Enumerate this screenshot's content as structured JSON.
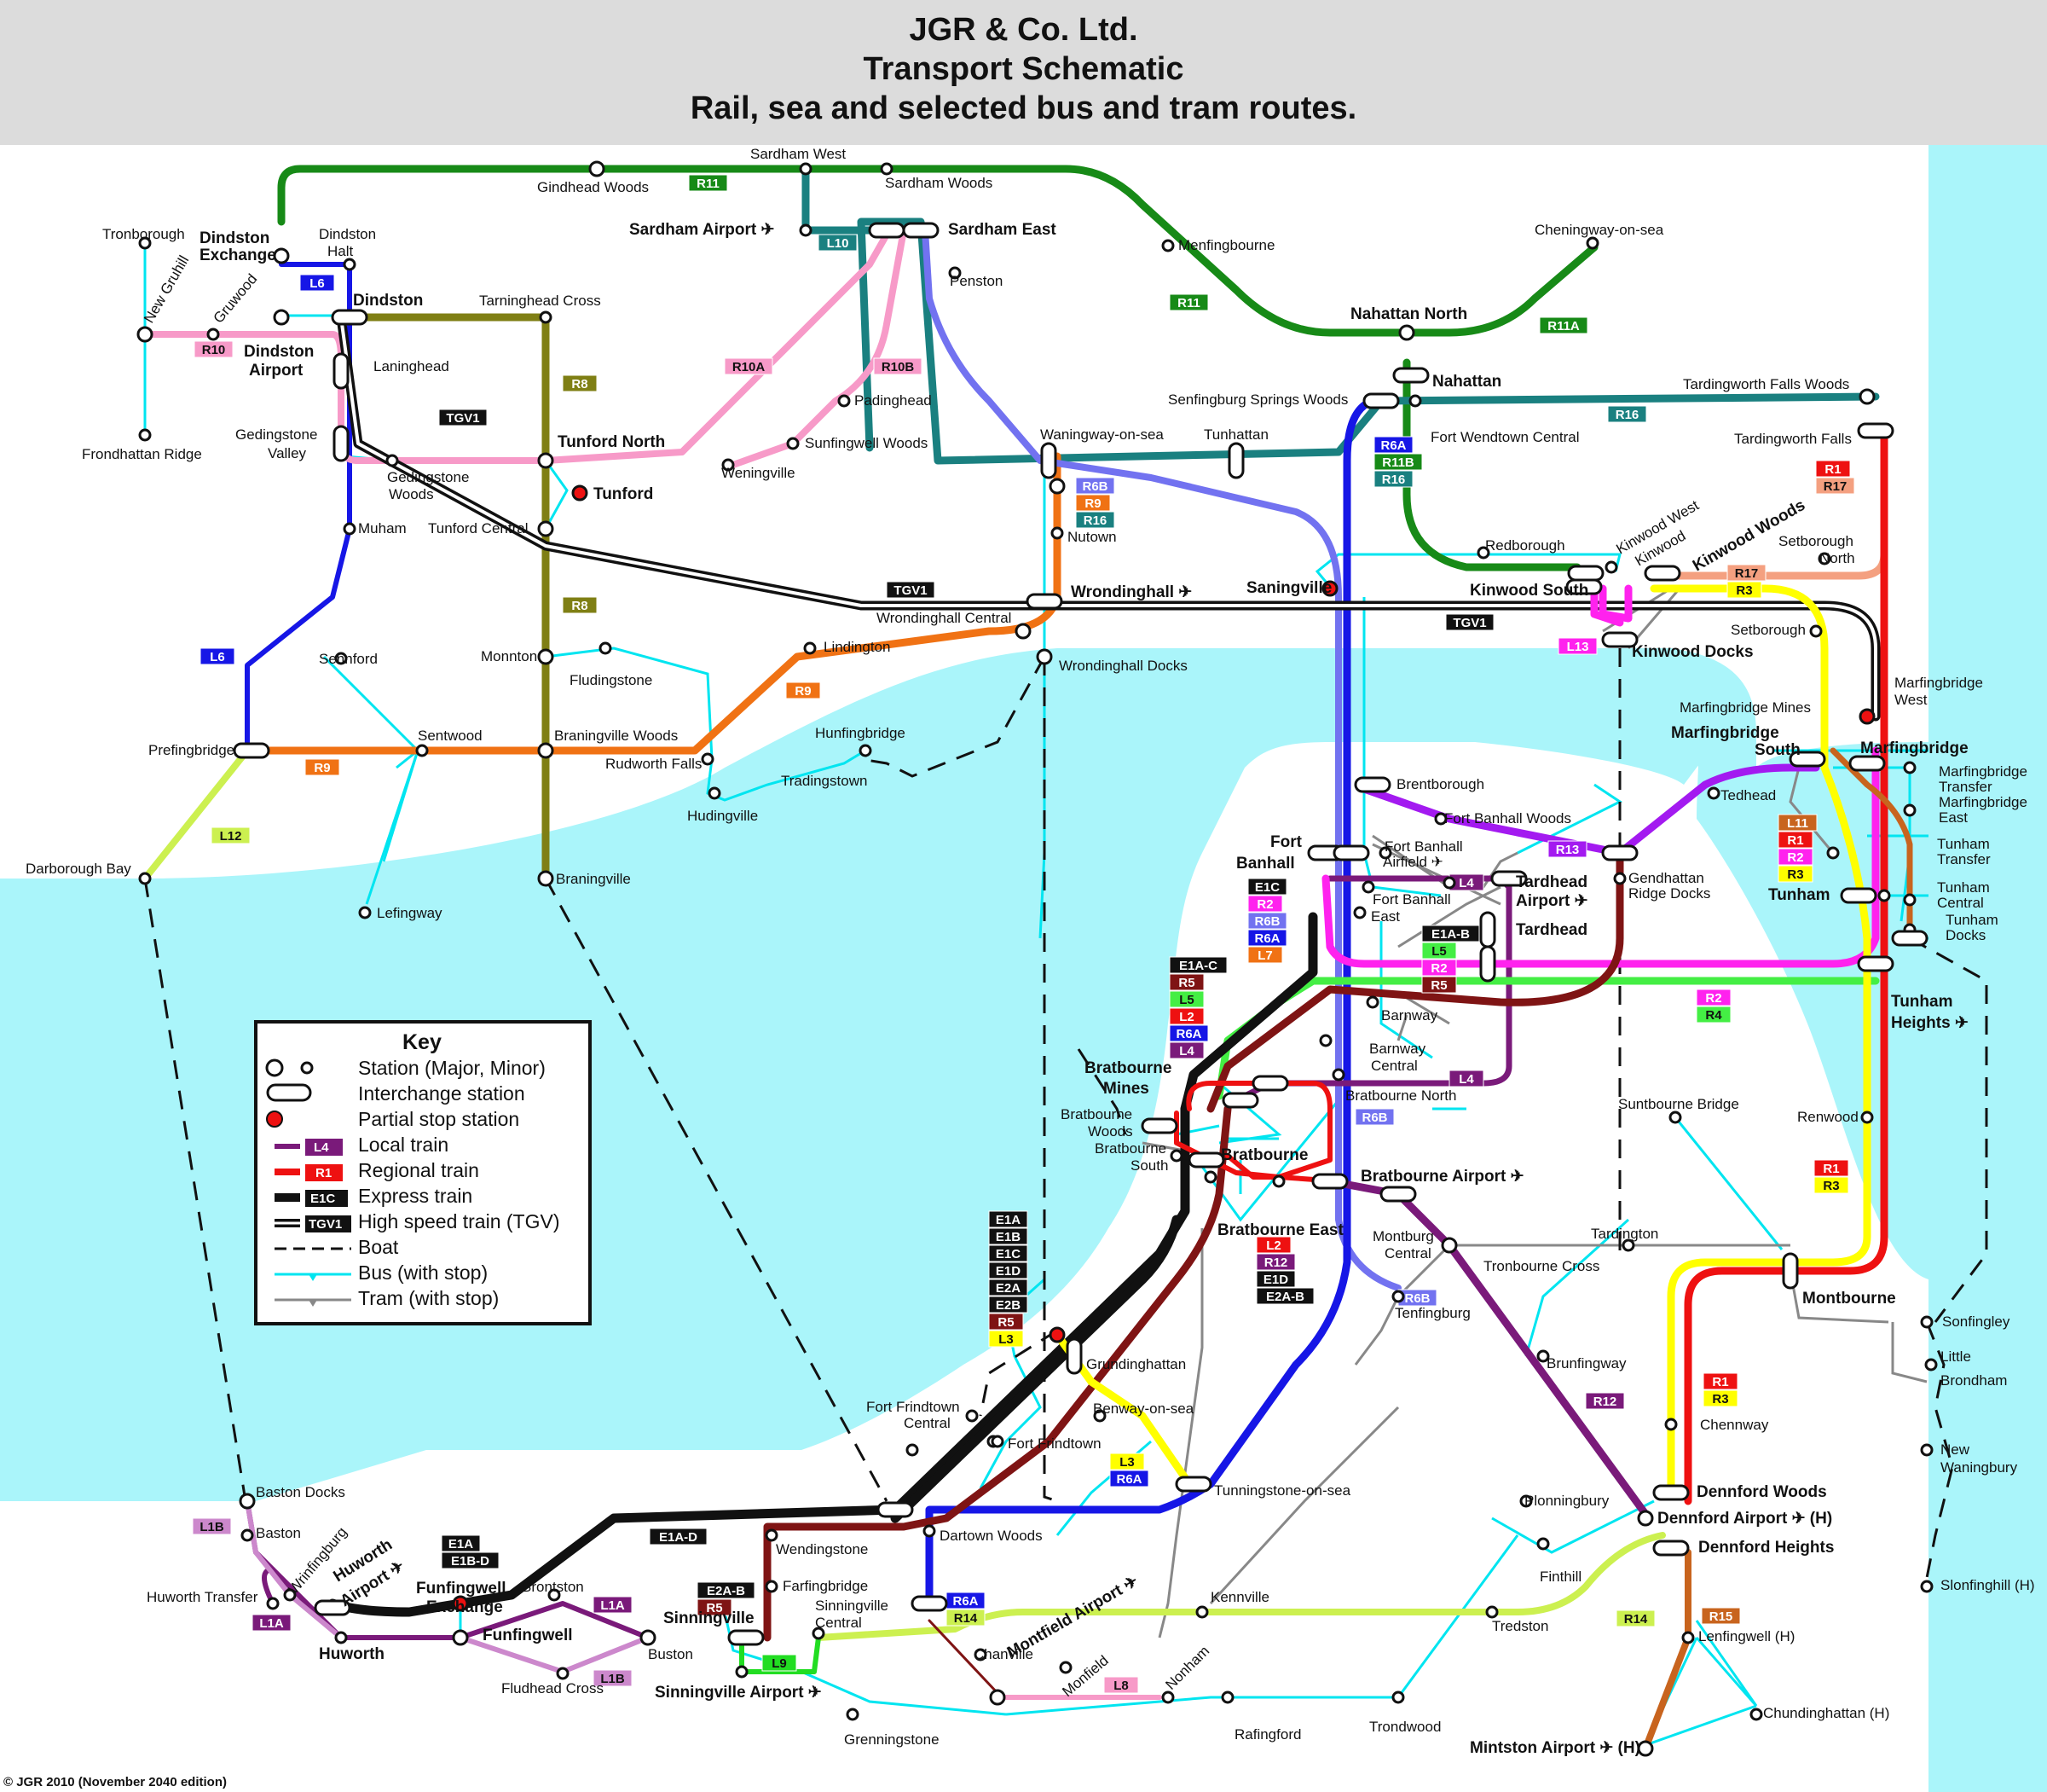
{
  "title": {
    "line1": "JGR & Co. Ltd.",
    "line2": "Transport Schematic",
    "line3": "Rail, sea and selected bus and tram routes."
  },
  "copyright": "© JGR 2010 (November 2040 edition)",
  "colors": {
    "sea": "#aaf5fa",
    "bus": "#00e5f0",
    "tram": "#888888",
    "partial_stop": "#ee1111",
    "R11": "#178a17",
    "R10": "#f79ac8",
    "L6": "#1616e6",
    "R8": "#7f7f14",
    "R16": "#1a8080",
    "R6B": "#7272f0",
    "R9": "#f07214",
    "R13": "#a31af0",
    "L4": "#7a1a7a",
    "E1C": "#111111",
    "R5": "#7f1414",
    "L5": "#44ee44",
    "L2": "#ee1111",
    "R6A": "#1616e6",
    "R2": "#ff22ee",
    "L7": "#f07214",
    "R12": "#7a1a7a",
    "L3": "#ffff00",
    "R17": "#f4a080",
    "R3": "#ffff00",
    "L11": "#c8641e",
    "R1": "#ee1111",
    "R4": "#44ee44",
    "R14": "#ccf050",
    "R15": "#c8641e",
    "L1A": "#7a1a7a",
    "L1B": "#cc88cc",
    "L8": "#f79ac8",
    "L9": "#22dd22",
    "L12": "#ccf050",
    "L13": "#ff22ee",
    "TGV1": "#111111",
    "R11A": "#178a17",
    "R11B": "#178a17",
    "L10": "#1a8080",
    "E1A": "#111111",
    "E1B": "#111111",
    "E1D": "#111111",
    "E2A": "#111111",
    "E2B": "#111111",
    "E1A-B": "#111111",
    "E1A-C": "#111111",
    "E1A-D": "#111111",
    "E2A-B": "#111111",
    "E1B-D": "#111111",
    "R10A": "#f79ac8",
    "R10B": "#f79ac8",
    "L1": "#7a1a7a"
  },
  "stations": {
    "tronborough": "Tronborough",
    "new_gruhill": "New Gruhill",
    "gruwood": "Gruwood",
    "frondhattan_ridge": "Frondhattan Ridge",
    "dindston_exchange_1": "Dindston",
    "dindston_exchange_2": "Exchange",
    "dindston_halt_1": "Dindston",
    "dindston_halt_2": "Halt",
    "dindston": "Dindston",
    "dindston_airport_1": "Dindston",
    "dindston_airport_2": "Airport",
    "laninghead": "Laninghead",
    "gedingstone_valley_1": "Gedingstone",
    "gedingstone_valley_2": "Valley",
    "gedingstone_woods_1": "Gedingstone",
    "gedingstone_woods_2": "Woods",
    "muham": "Muham",
    "gindhead_woods": "Gindhead Woods",
    "sardham_west": "Sardham West",
    "sardham_woods": "Sardham Woods",
    "sardham_airport": "Sardham Airport ✈",
    "sardham_east": "Sardham East",
    "penston": "Penston",
    "menfingbourne": "Menfingbourne",
    "cheningway": "Cheningway-on-sea",
    "tarninghead_cross": "Tarninghead Cross",
    "tunford_north": "Tunford North",
    "tunford": "Tunford",
    "tunford_central": "Tunford Central",
    "weningville": "Weningville",
    "padinghead": "Padinghead",
    "sunfingwell_woods": "Sunfingwell Woods",
    "waningway": "Waningway-on-sea",
    "tunhattan": "Tunhattan",
    "senfingburg": "Senfingburg Springs Woods",
    "nahattan_north": "Nahattan North",
    "nahattan": "Nahattan",
    "fort_wendtown": "Fort Wendtown Central",
    "tardingworth_falls_woods": "Tardingworth Falls Woods",
    "tardingworth_falls": "Tardingworth Falls",
    "nutown": "Nutown",
    "wrondinghall": "Wrondinghall ✈",
    "wrondinghall_central": "Wrondinghall Central",
    "wrondinghall_docks": "Wrondinghall Docks",
    "saningville": "Saningville",
    "redborough": "Redborough",
    "kinwood_west": "Kinwood West",
    "kinwood": "Kinwood",
    "kinwood_woods": "Kinwood Woods",
    "kinwood_south": "Kinwood South",
    "kinwood_docks": "Kinwood Docks",
    "setborough_north_1": "Setborough",
    "setborough_north_2": "North",
    "setborough": "Setborough",
    "monnton": "Monnton",
    "fludingstone": "Fludingstone",
    "lindington": "Lindington",
    "sennford": "Sennford",
    "sentwood": "Sentwood",
    "prefingbridge": "Prefingbridge",
    "braningville_woods": "Braningville Woods",
    "rudworth_falls": "Rudworth Falls",
    "hunfingbridge": "Hunfingbridge",
    "tradingstown": "Tradingstown",
    "hudingville": "Hudingville",
    "darborough_bay": "Darborough Bay",
    "lefingway": "Lefingway",
    "braningville": "Braningville",
    "marfingbridge_west_1": "Marfingbridge",
    "marfingbridge_west_2": "West",
    "marfingbridge_mines": "Marfingbridge Mines",
    "marfingbridge_south_1": "Marfingbridge",
    "marfingbridge_south_2": "South",
    "marfingbridge": "Marfingbridge",
    "marf_transfer_1": "Marfingbridge",
    "marf_transfer_2": "Transfer",
    "marf_east_1": "Marfingbridge",
    "marf_east_2": "East",
    "tedhead": "Tedhead",
    "brentborough": "Brentborough",
    "fort_banhall_woods": "Fort Banhall Woods",
    "fort_banhall_1": "Fort",
    "fort_banhall_2": "Banhall",
    "fort_banhall_airfield_1": "Fort Banhall",
    "fort_banhall_airfield_2": "Airfield ✈",
    "fort_banhall_east_1": "Fort Banhall",
    "fort_banhall_east_2": "East",
    "tardhead_airport_1": "Tardhead",
    "tardhead_airport_2": "Airport ✈",
    "tardhead": "Tardhead",
    "gendhattan_1": "Gendhattan",
    "gendhattan_2": "Ridge Docks",
    "tunham_transfer_1": "Tunham",
    "tunham_transfer_2": "Transfer",
    "tunham": "Tunham",
    "tunham_central_1": "Tunham",
    "tunham_central_2": "Central",
    "tunham_docks_1": "Tunham",
    "tunham_docks_2": "Docks",
    "tunham_heights_1": "Tunham",
    "tunham_heights_2": "Heights ✈",
    "barnway": "Barnway",
    "barnway_central_1": "Barnway",
    "barnway_central_2": "Central",
    "bratbourne_north": "Bratbourne North",
    "bratbourne_mines_1": "Bratbourne",
    "bratbourne_mines_2": "Mines",
    "bratbourne_woods_1": "Bratbourne",
    "bratbourne_woods_2": "Woods",
    "bratbourne_south_1": "Bratbourne",
    "bratbourne_south_2": "South",
    "bratbourne": "Bratbourne",
    "bratbourne_airport": "Bratbourne Airport ✈",
    "bratbourne_east": "Bratbourne East",
    "montburg_central_1": "Montburg",
    "montburg_central_2": "Central",
    "tronbourne_cross": "Tronbourne Cross",
    "tardington": "Tardington",
    "tenfingburg": "Tenfingburg",
    "sunbourne_bridge": "Suntbourne Bridge",
    "renwood": "Renwood",
    "montbourne": "Montbourne",
    "sonfingley": "Sonfingley",
    "little_brondham_1": "Little",
    "little_brondham_2": "Brondham",
    "new_waningbury_1": "New",
    "new_waningbury_2": "Waningbury",
    "slonfinghill": "Slonfinghill (H)",
    "grundinghattan": "Grundinghattan",
    "fort_frindtown_central_1": "Fort Frindtown",
    "fort_frindtown_central_2": "Central",
    "fort_frindtown": "Fort Frindtown",
    "benway": "Benway-on-sea",
    "brunfingway": "Brunfingway",
    "chennway": "Chennway",
    "tunningstone": "Tunningstone-on-sea",
    "plonningbury": "Plonningbury",
    "dennford_woods": "Dennford Woods",
    "dennford_airport": "Dennford Airport ✈ (H)",
    "dennford_heights": "Dennford Heights",
    "finthill": "Finthill",
    "lenfingwell": "Lenfingwell (H)",
    "chundinghattan": "Chundinghattan (H)",
    "mintston_airport": "Mintston Airport ✈ (H)",
    "tredston": "Tredston",
    "kennville": "Kennville",
    "trondwood": "Trondwood",
    "rafingford": "Rafingford",
    "nonham": "Nonham",
    "monfield": "Monfield",
    "montfield_airport": "Montfield Airport ✈",
    "chanville": "Chanville",
    "dartown_woods": "Dartown Woods",
    "grenningstone": "Grenningstone",
    "baston_docks": "Baston Docks",
    "baston": "Baston",
    "wrinfingburg": "Wrinfingburg",
    "huworth_transfer": "Huworth Transfer",
    "huworth_airport_1": "Huworth",
    "huworth_airport_2": "Airport ✈",
    "huworth": "Huworth",
    "funfingwell_exchange_1": "Funfingwell",
    "funfingwell_exchange_2": "Exchange",
    "funfingwell": "Funfingwell",
    "brontston": "Brontston",
    "fludhead_cross": "Fludhead Cross",
    "buston": "Buston",
    "sinningville": "Sinningville",
    "wendingstone": "Wendingstone",
    "farfingbridge": "Farfingbridge",
    "sinningville_central_1": "Sinningville",
    "sinningville_central_2": "Central",
    "sinningville_airport": "Sinningville Airport ✈"
  },
  "key": {
    "heading": "Key",
    "station": "Station (Major, Minor)",
    "interchange": "Interchange station",
    "partial": "Partial stop station",
    "local_badge": "L4",
    "local": "Local train",
    "regional_badge": "R1",
    "regional": "Regional train",
    "express_badge": "E1C",
    "express": "Express train",
    "tgv_badge": "TGV1",
    "tgv": "High speed train (TGV)",
    "boat": "Boat",
    "bus": "Bus (with stop)",
    "tram": "Tram (with stop)"
  }
}
